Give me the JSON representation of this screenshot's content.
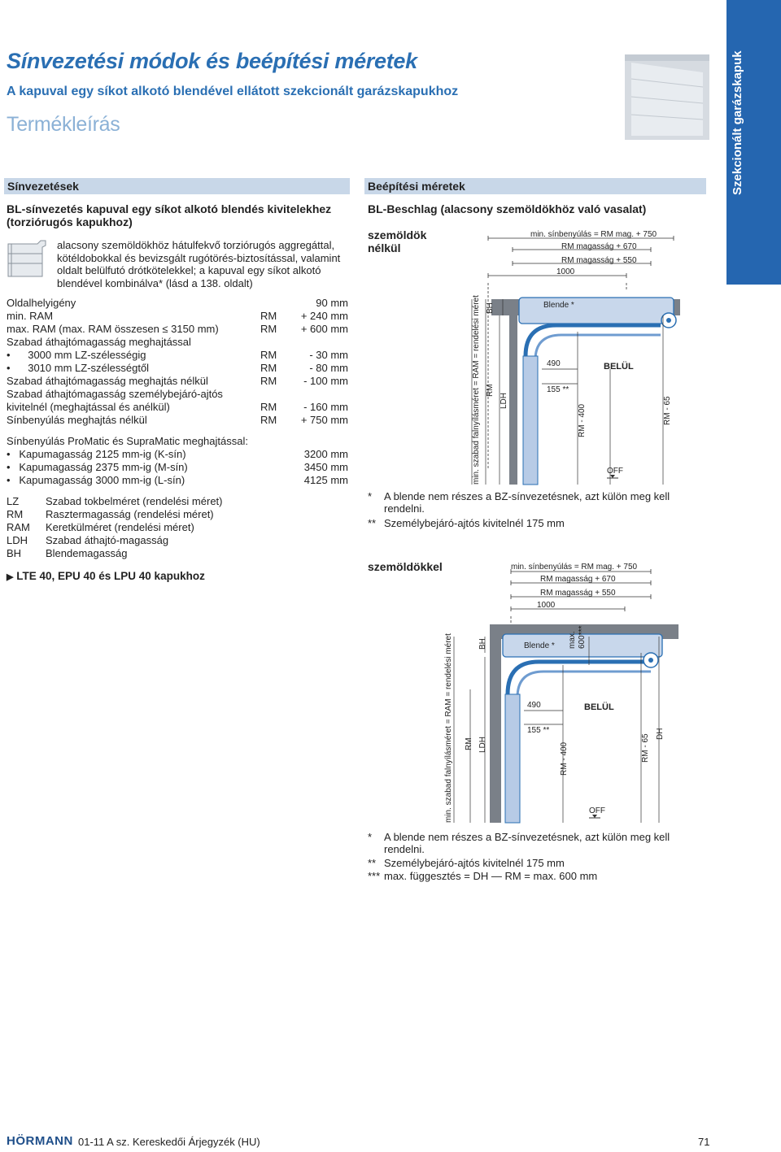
{
  "header": {
    "title": "Sínvezetési módok és beépítési méretek",
    "subtitle": "A kapuval egy síkot alkotó blendével ellátott szekcionált garázskapukhoz",
    "section": "Termékleírás",
    "side_tab": "Szekcionált garázskapuk"
  },
  "left": {
    "bar": "Sínvezetések",
    "heading_line1": "BL-sínvezetés kapuval egy síkot alkotó blendés kivitelekhez",
    "heading_line2": "(torziórugós kapukhoz)",
    "desc": [
      "alacsony szemöldökhöz hátulfekvő torziórugós aggregáttal,",
      "kötéldobokkal és bevizsgált rugótörés-biztosítással, valamint",
      "oldalt belülfutó drótkötelekkel; a kapuval egy síkot alkotó",
      "blendével kombinálva* (lásd a 138. oldalt)"
    ],
    "specs": [
      {
        "label": "Oldalhelyigény",
        "mid": "",
        "value": "90 mm"
      },
      {
        "label": "min. RAM",
        "mid": "RM",
        "value": "+ 240 mm"
      },
      {
        "label": "max. RAM (max. RAM összesen ≤ 3150 mm)",
        "mid": "RM",
        "value": "+ 600 mm"
      },
      {
        "label": "Szabad áthajtómagasság meghajtással",
        "mid": "",
        "value": ""
      },
      {
        "label": "•      3000 mm LZ-szélességig",
        "mid": "RM",
        "value": "- 30 mm"
      },
      {
        "label": "•      3010 mm LZ-szélességtől",
        "mid": "RM",
        "value": "- 80 mm"
      },
      {
        "label": "Szabad áthajtómagasság meghajtás nélkül",
        "mid": "RM",
        "value": "- 100 mm"
      },
      {
        "label": "Szabad áthajtómagasság személybejáró-ajtós",
        "mid": "",
        "value": ""
      },
      {
        "label": "kivitelnél (meghajtással és anélkül)",
        "mid": "RM",
        "value": "- 160 mm"
      },
      {
        "label": "Sínbenyúlás meghajtás nélkül",
        "mid": "RM",
        "value": "+ 750 mm"
      }
    ],
    "promatic_title": "Sínbenyúlás ProMatic és SupraMatic meghajtással:",
    "promatic": [
      {
        "label": "•   Kapumagasság 2125 mm-ig (K-sín)",
        "value": "3200 mm"
      },
      {
        "label": "•   Kapumagasság 2375 mm-ig (M-sín)",
        "value": "3450 mm"
      },
      {
        "label": "•   Kapumagasság 3000 mm-ig (L-sín)",
        "value": "4125 mm"
      }
    ],
    "glossary": [
      {
        "k": "LZ",
        "v": "Szabad tokbelméret (rendelési méret)"
      },
      {
        "k": "RM",
        "v": "Rasztermagasság (rendelési méret)"
      },
      {
        "k": "RAM",
        "v": "Keretkülméret (rendelési méret)"
      },
      {
        "k": "LDH",
        "v": "Szabad áthajtó-magasság"
      },
      {
        "k": "BH",
        "v": "Blendemagasság"
      }
    ],
    "link": "LTE 40, EPU 40 és LPU 40 kapukhoz"
  },
  "right": {
    "bar": "Beépítési méretek",
    "heading": "BL-Beschlag (alacsony szemöldökhöz való vasalat)",
    "d1": {
      "label_line1": "szemöldök",
      "label_line2": "nélkül",
      "dims": [
        "min. sínbenyúlás = RM mag. + 750",
        "RM magasság + 670",
        "RM magasság + 550",
        "1000"
      ],
      "vert": "min. szabad falnyílásméret = RAM = rendelési méret",
      "labels": {
        "bh": "BH",
        "rm": "RM",
        "ldh": "LDH",
        "blende": "Blende *",
        "d490": "490",
        "d155": "155 **",
        "rm400": "RM - 400",
        "inside": "BELÜL",
        "outside": "OFF",
        "rm65": "RM - 65"
      },
      "notes": [
        {
          "k": "*",
          "v": "A blende nem részes a BZ-sínvezetésnek, azt külön meg kell rendelni."
        },
        {
          "k": "**",
          "v": "Személybejáró-ajtós kivitelnél 175 mm"
        }
      ]
    },
    "d2": {
      "label": "szemöldökkel",
      "dims": [
        "min. sínbenyúlás = RM mag. + 750",
        "RM magasság + 670",
        "RM magasság + 550",
        "1000"
      ],
      "vert": "min. szabad falnyílásméret = RAM = rendelési méret",
      "labels": {
        "bh": "BH",
        "rm": "RM",
        "ldh": "LDH",
        "blende": "Blende *",
        "max": "max.",
        "max600": "600***",
        "d490": "490",
        "d155": "155 **",
        "rm400": "RM - 400",
        "inside": "BELÜL",
        "outside": "OFF",
        "rm65": "RM - 65",
        "dh": "DH"
      },
      "notes": [
        {
          "k": "*",
          "v": "A blende nem részes a BZ-sínvezetésnek, azt külön meg kell rendelni."
        },
        {
          "k": "**",
          "v": "Személybejáró-ajtós kivitelnél 175 mm"
        },
        {
          "k": "***",
          "v": "max. függesztés = DH — RM = max. 600 mm"
        }
      ]
    }
  },
  "footer": {
    "brand": "HÖRMANN",
    "doc": "01-11 A sz. Kereskedői Árjegyzék (HU)",
    "page": "71"
  }
}
